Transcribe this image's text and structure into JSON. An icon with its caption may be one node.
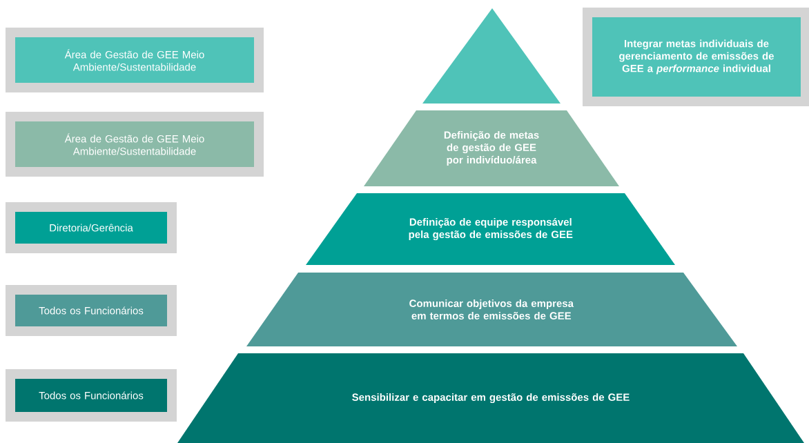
{
  "diagram": {
    "nodes": [
      {
        "text": [
          "Área de Gestão de GEE Meio Ambiente/Sustentabilidade"
        ]
      },
      {
        "text": [],
        "shape": "triangle"
      },
      {
        "text": [
          "Integrar metas individuais de gerenciamento de emissões de GEE a *performance* individual"
        ]
      },
      {
        "text": [
          "Área de Gestão de GEE Meio Ambiente/Sustentabilidade"
        ]
      },
      {
        "text": [
          "Definição de metas de gestão de GEE por indivíduo/área"
        ]
      },
      {
        "text": [
          "Diretoria/Gerência"
        ]
      },
      {
        "text": [
          "Definição de equipe responsável pela gestão de emissões de GEE"
        ]
      },
      {
        "text": [
          "Todos os Funcionários"
        ]
      },
      {
        "text": [
          "Comunicar objetivos da empresa em termos de emissões de GEE"
        ]
      },
      {
        "text": [
          "Todos os Funcionários"
        ]
      },
      {
        "text": [
          "Sensibilizar e capacitar em gestão de emissões de GEE"
        ]
      }
    ]
  }
}
